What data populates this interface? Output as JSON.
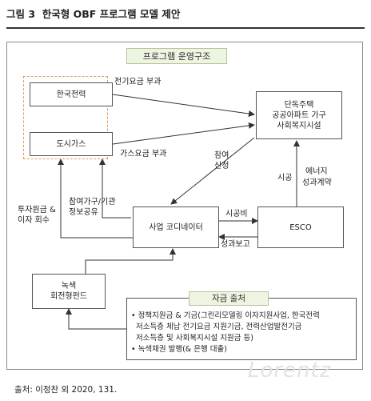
{
  "figure": {
    "number": "그림 3",
    "title": "한국형 OBF 프로그램 모델 제안"
  },
  "frame_title": "프로그램 운영구조",
  "nodes": {
    "kepco": "한국전력",
    "gas": "도시가스",
    "housing_line1": "단독주택",
    "housing_line2": "공공아파트 가구",
    "housing_line3": "사회복지시설",
    "coordinator": "사업 코디네이터",
    "esco": "ESCO",
    "fund_line1": "녹색",
    "fund_line2": "회전형펀드"
  },
  "edges": {
    "electric_fee": "전기요금 부과",
    "gas_fee": "가스요금 부과",
    "apply_line1": "참여",
    "apply_line2": "신청",
    "construction": "시공",
    "perf_line1": "에너지",
    "perf_line2": "성과계약",
    "share_line1": "참여가구/기관",
    "share_line2": "정보공유",
    "invest_line1": "투자원금 &",
    "invest_line2": "이자 회수",
    "construction_cost": "시공비",
    "perf_report": "성과보고"
  },
  "funds": {
    "header": "자금 출처",
    "items": [
      "• 정책지원금 & 기금(그린리모델링 이자지원사업, 한국전력",
      "  저소득층 체납 전기요금 지원기금, 전력산업발전기금",
      "  저소득층 및 사회복지시설 지원금 등)",
      "• 녹색채권 발행(& 은행 대출)"
    ]
  },
  "source": "출처: 이정찬 외 2020, 131.",
  "watermark": "Lorentz"
}
